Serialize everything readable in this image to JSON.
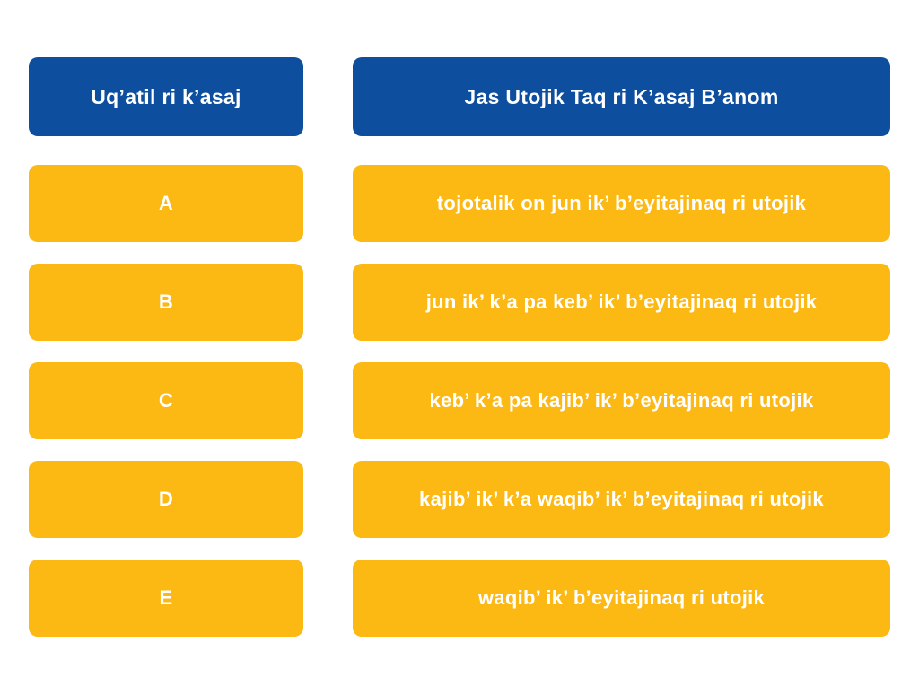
{
  "colors": {
    "header_background": "#0d4e9e",
    "card_background": "#fcb813",
    "text": "#ffffff",
    "page_background": "#ffffff"
  },
  "left_column": {
    "header": "Uq’atil ri k’asaj",
    "items": [
      "A",
      "B",
      "C",
      "D",
      "E"
    ]
  },
  "right_column": {
    "header": "Jas Utojik Taq ri K’asaj B’anom",
    "items": [
      "tojotalik on jun ik’ b’eyitajinaq ri utojik",
      "jun ik’ k’a pa keb’ ik’ b’eyitajinaq ri utojik",
      "keb’ k’a pa kajib’ ik’ b’eyitajinaq ri utojik",
      "kajib’ ik’ k’a waqib’ ik’ b’eyitajinaq ri utojik",
      "waqib’ ik’ b’eyitajinaq ri utojik"
    ]
  }
}
